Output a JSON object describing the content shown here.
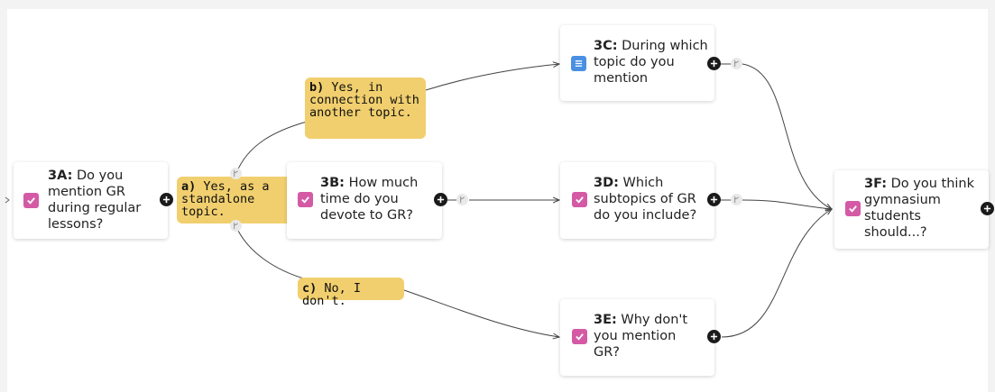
{
  "colors": {
    "checkbox": "#d45aa5",
    "multi": "#4a90e2",
    "label_bg": "#f1cf6e",
    "plus": "#1a1a1a"
  },
  "nodes": {
    "n3a": {
      "id": "3A:",
      "text": "Do you mention GR during regular lessons?",
      "icon": "checkbox-icon"
    },
    "n3b": {
      "id": "3B:",
      "text": "How much time do you devote to GR?",
      "icon": "checkbox-icon"
    },
    "n3c": {
      "id": "3C:",
      "text": "During which topic do you mention",
      "icon": "multi-choice-icon"
    },
    "n3d": {
      "id": "3D:",
      "text": "Which subtopics of GR do you include?",
      "icon": "checkbox-icon"
    },
    "n3e": {
      "id": "3E:",
      "text": "Why don't you mention GR?",
      "icon": "checkbox-icon"
    },
    "n3f": {
      "id": "3F:",
      "text": "Do you think gymnasium students should...?",
      "icon": "checkbox-icon"
    }
  },
  "labels": {
    "a": {
      "letter": "a)",
      "text": "Yes, as a standalone topic."
    },
    "b": {
      "letter": "b)",
      "text": "Yes, in connection with another topic."
    },
    "c": {
      "letter": "c)",
      "text": "No, I don't."
    }
  }
}
